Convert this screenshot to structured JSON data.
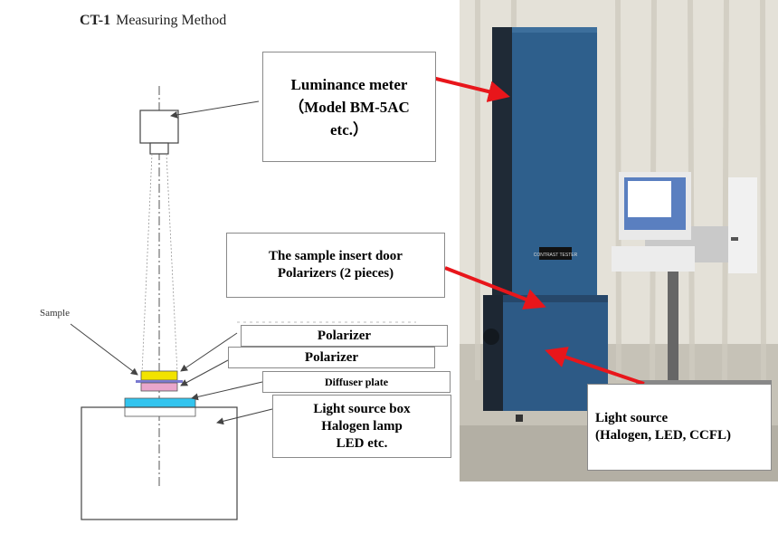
{
  "heading": {
    "code": "CT-1",
    "title": "Measuring Method"
  },
  "labels": {
    "sample": "Sample",
    "luminance_meter": [
      "Luminance meter",
      "（Model BM-5AC",
      "etc.）"
    ],
    "sample_door": [
      "The sample insert door",
      "Polarizers (2 pieces)"
    ],
    "polarizer_1": "Polarizer",
    "polarizer_2": "Polarizer",
    "diffuser_plate": "Diffuser plate",
    "light_source_box": [
      "Light source box",
      "Halogen lamp",
      "LED etc."
    ],
    "light_source": [
      "Light source",
      "(Halogen, LED, CCFL)"
    ]
  },
  "colors": {
    "polarizer_yellow": "#f2e300",
    "polarizer_pink": "#e9a6cc",
    "diffuser_cyan": "#33c4ee",
    "tester_blue": "#2e5f8c",
    "arrow_red": "#e8161b"
  },
  "photo": {
    "monitor_brand": "CONTRAST TESTER"
  }
}
